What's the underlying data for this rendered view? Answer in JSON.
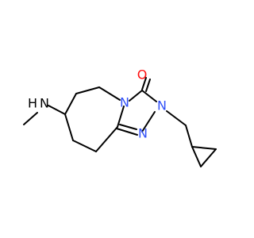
{
  "molecule": {
    "atoms": {
      "o": "O",
      "n_ring_top": "N",
      "n_ring_right": "N",
      "n_ring_bottom": "N",
      "nh": "N",
      "h": "H"
    },
    "colors": {
      "nitrogen": "#3050f8",
      "oxygen": "#ff0d0d",
      "bond": "#000000"
    }
  }
}
